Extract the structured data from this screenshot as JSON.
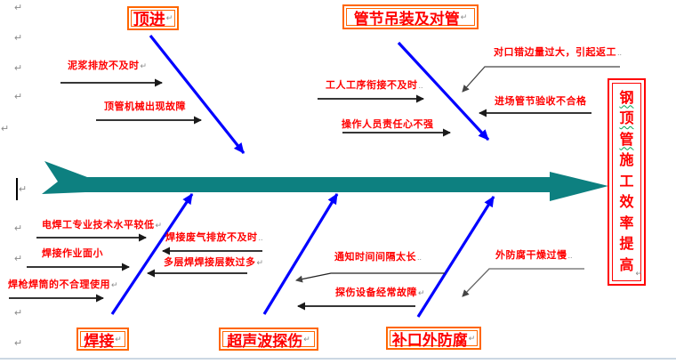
{
  "document": {
    "type": "fishbone-diagram",
    "title": "钢顶管施工效率提高因果分析图"
  },
  "colors": {
    "category_border": "#ff6600",
    "cause_text": "#ff0000",
    "branch_blue": "#0000ff",
    "spine_teal": "#0d8080",
    "goal_border": "#ff0000",
    "goal_text": "#ff0000",
    "squiggle_green": "#00a651",
    "arrow_black": "#1a1a1a",
    "leader_gray": "#555555",
    "page_edge": "#ccd7e3"
  },
  "ui": {
    "return_symbol": "↵"
  },
  "fishbone": {
    "goal": {
      "text": "钢顶管施工效率提高",
      "chars": [
        "钢",
        "顶",
        "管",
        "施",
        "工",
        "效",
        "率",
        "提",
        "高"
      ],
      "mark": "↵"
    },
    "branches": [
      {
        "label": "顶进",
        "mark": "↵",
        "position": "top-left",
        "causes": [
          {
            "text": "泥浆排放不及时",
            "mark": "↵"
          },
          {
            "text": "顶管机械出现故障",
            "mark": ""
          }
        ]
      },
      {
        "label": "管节吊装及对管",
        "mark": "↵",
        "position": "top-right",
        "causes": [
          {
            "text": "工人工序衔接不及时",
            "mark": ".."
          },
          {
            "text": "操作人员责任心不强",
            "mark": ""
          },
          {
            "text": "对口错边量过大，引起返工",
            "mark": ".."
          },
          {
            "text": "进场管节验收不合格",
            "mark": ""
          }
        ]
      },
      {
        "label": "焊接",
        "mark": "↵",
        "position": "bottom-left",
        "causes": [
          {
            "text": "电焊工专业技术水平较低",
            "mark": "↵"
          },
          {
            "text": "焊接作业面小",
            "mark": ""
          },
          {
            "text": "焊枪焊筒的不合理使用",
            "mark": "↵"
          },
          {
            "text": "焊接废气排放不及时",
            "mark": ".."
          },
          {
            "text": "多层焊焊接层数过多",
            "mark": "↵"
          }
        ]
      },
      {
        "label": "超声波探伤",
        "mark": "↵",
        "position": "bottom-middle",
        "causes": [
          {
            "text": "通知时间间隔太长",
            "mark": ".."
          },
          {
            "text": "探伤设备经常故障",
            "mark": "↵"
          }
        ]
      },
      {
        "label": "补口外防腐",
        "mark": "↵",
        "position": "bottom-right",
        "causes": [
          {
            "text": "外防腐干燥过慢",
            "mark": ".."
          }
        ]
      }
    ]
  }
}
